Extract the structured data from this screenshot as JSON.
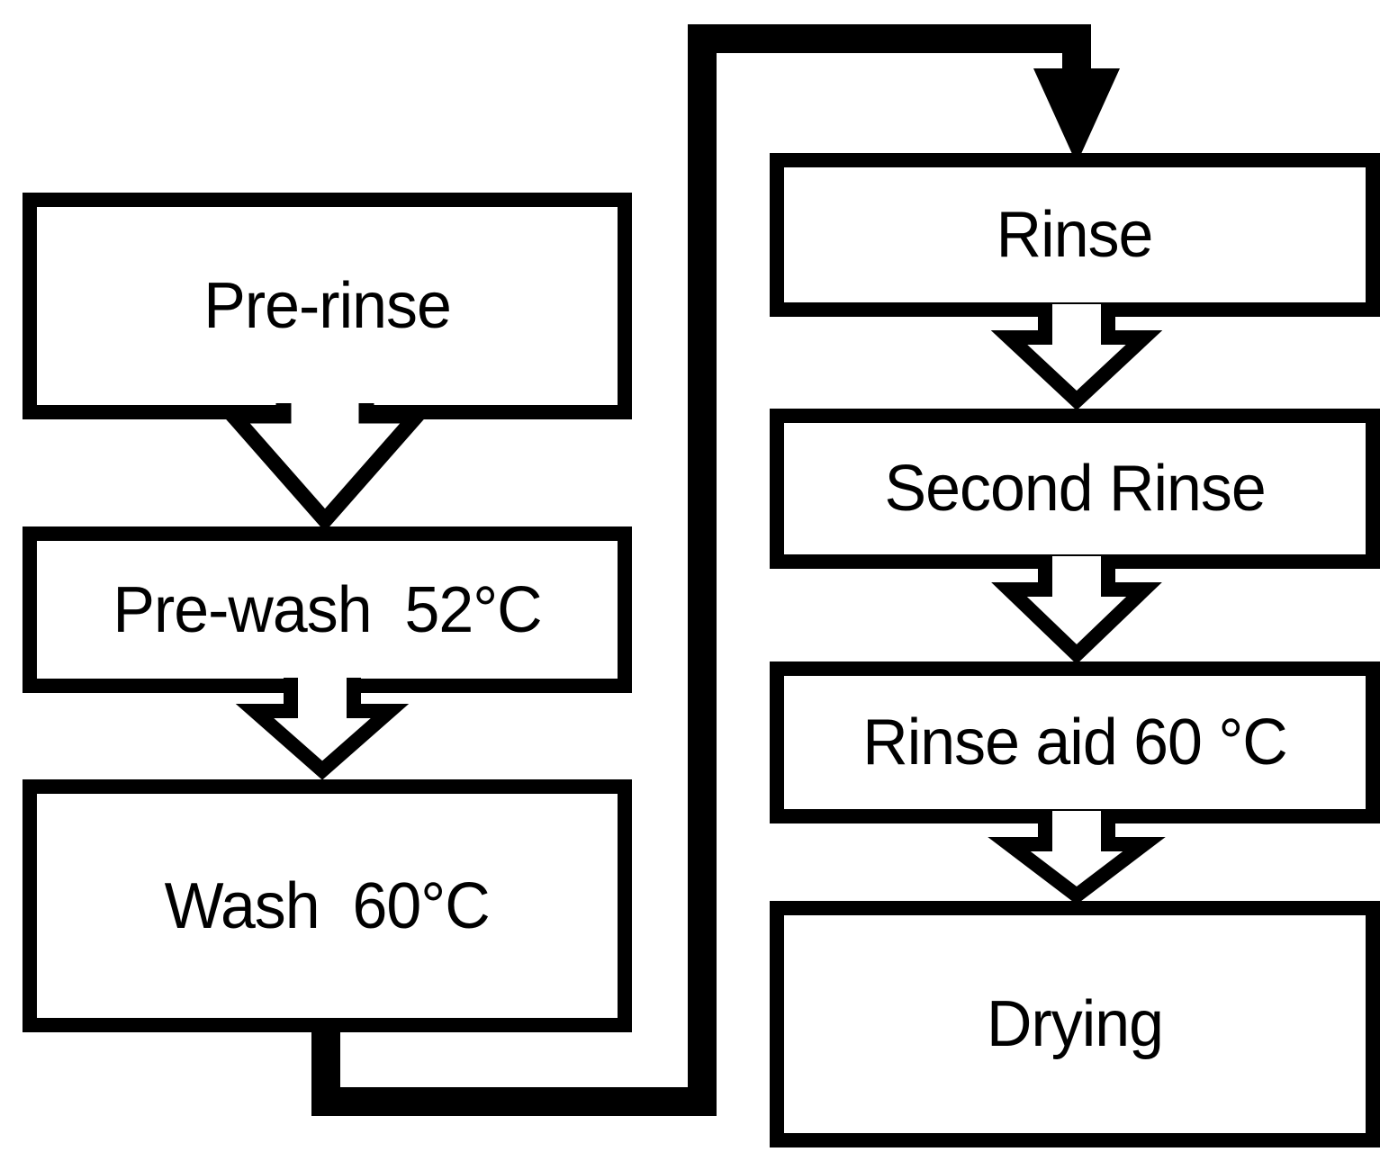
{
  "diagram": {
    "type": "flowchart",
    "background_color": "#ffffff",
    "box_fill_color": "#ffffff",
    "line_color": "#000000",
    "boxes": [
      {
        "id": "pre-rinse",
        "label": "Pre-rinse",
        "column": "left",
        "order": 1
      },
      {
        "id": "pre-wash",
        "label": "Pre-wash  52°C",
        "column": "left",
        "order": 2
      },
      {
        "id": "wash",
        "label": "Wash  60°C",
        "column": "left",
        "order": 3
      },
      {
        "id": "rinse",
        "label": "Rinse",
        "column": "right",
        "order": 4
      },
      {
        "id": "second-rinse",
        "label": "Second Rinse",
        "column": "right",
        "order": 5
      },
      {
        "id": "rinse-aid",
        "label": "Rinse aid 60 °C",
        "column": "right",
        "order": 6
      },
      {
        "id": "drying",
        "label": "Drying",
        "column": "right",
        "order": 7
      }
    ],
    "flow_sequence": [
      "Pre-rinse",
      "Pre-wash  52°C",
      "Wash  60°C",
      "Rinse",
      "Second Rinse",
      "Rinse aid 60 °C",
      "Drying"
    ],
    "connections": [
      {
        "from": "pre-rinse",
        "to": "pre-wash",
        "style": "outlined-block-arrow-down"
      },
      {
        "from": "pre-wash",
        "to": "wash",
        "style": "outlined-block-arrow-down"
      },
      {
        "from": "wash",
        "to": "rinse",
        "style": "thick-elbow-line-with-solid-arrowhead"
      },
      {
        "from": "rinse",
        "to": "second-rinse",
        "style": "outlined-block-arrow-down"
      },
      {
        "from": "second-rinse",
        "to": "rinse-aid",
        "style": "outlined-block-arrow-down"
      },
      {
        "from": "rinse-aid",
        "to": "drying",
        "style": "outlined-block-arrow-down"
      }
    ]
  }
}
